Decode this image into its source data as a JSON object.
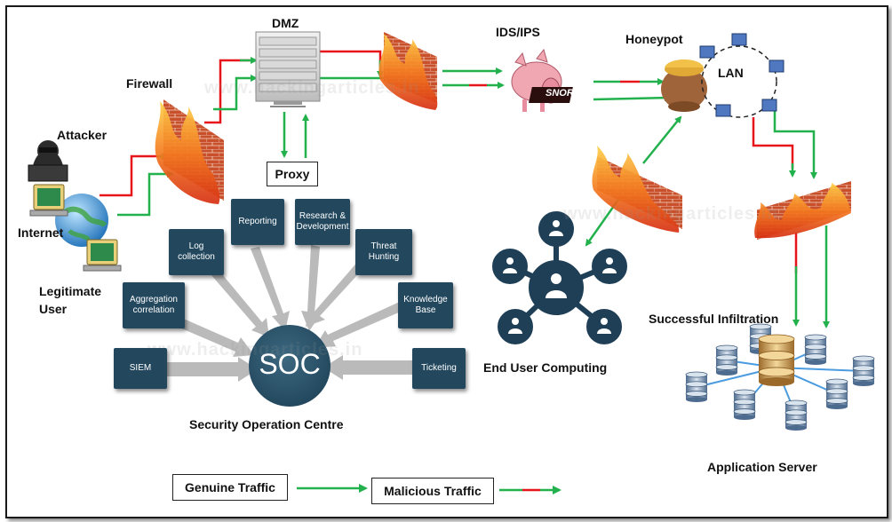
{
  "labels": {
    "dmz": "DMZ",
    "ids_ips": "IDS/IPS",
    "honeypot": "Honeypot",
    "lan": "LAN",
    "firewall": "Firewall",
    "attacker": "Attacker",
    "internet": "Internet",
    "legitimate_user": "Legitimate\nUser",
    "proxy": "Proxy",
    "snort": "SNORT",
    "end_user_computing": "End User Computing",
    "successful_infiltration": "Successful Infiltration",
    "application_server": "Application Server",
    "soc_title": "Security Operation Centre",
    "soc_center": "SOC"
  },
  "soc_tiles": {
    "siem": "SIEM",
    "aggregation": "Aggregation\ncorrelation",
    "log_collection": "Log\ncollection",
    "reporting": "Reporting",
    "research": "Research &\nDevelopment",
    "threat_hunting": "Threat\nHunting",
    "knowledge_base": "Knowledge\nBase",
    "ticketing": "Ticketing"
  },
  "legend": {
    "genuine": "Genuine Traffic",
    "malicious": "Malicious Traffic"
  },
  "watermarks": [
    "www.hackingarticles.in",
    "www.hackingarticles.in",
    "www.hackingarticles.in"
  ],
  "colors": {
    "genuine": "#22b14c",
    "malicious_red": "#e8141c",
    "soc_tile": "#23485e",
    "soc_circle": "#2e4f63",
    "user_node": "#1f3f57"
  }
}
